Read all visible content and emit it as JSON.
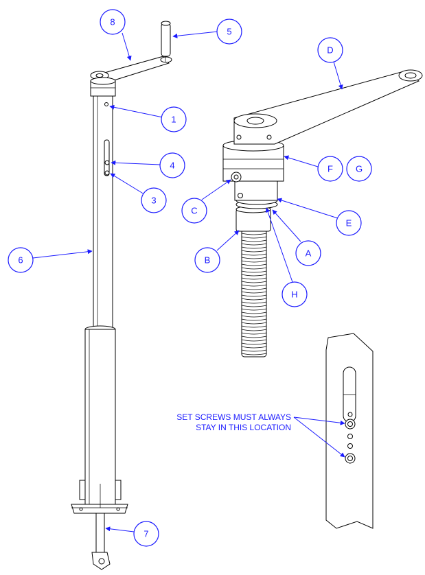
{
  "callouts": {
    "c1": "1",
    "c2": "4",
    "c3": "3",
    "c4": "5",
    "c5": "8",
    "c6": "6",
    "c7": "7",
    "cA": "A",
    "cB": "B",
    "cC": "C",
    "cD": "D",
    "cE": "E",
    "cF": "F",
    "cG": "G",
    "cH": "H"
  },
  "note": {
    "line1": "SET SCREWS MUST ALWAYS",
    "line2": "STAY IN THIS LOCATION"
  },
  "colors": {
    "callout": "#1a1aff",
    "lines": "#000000"
  }
}
